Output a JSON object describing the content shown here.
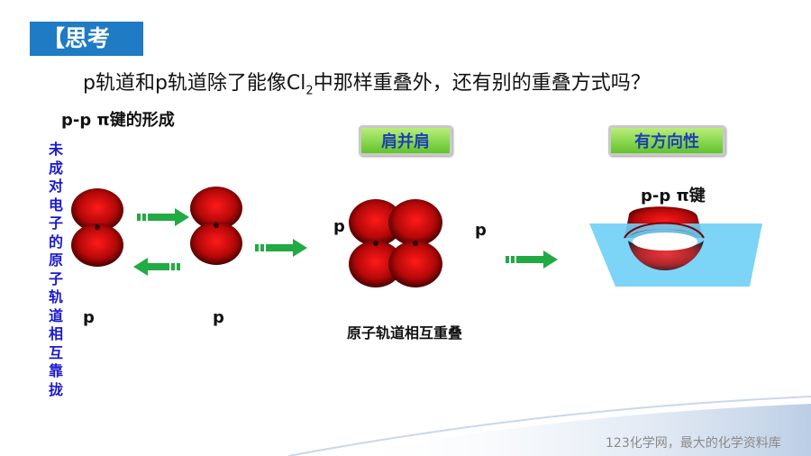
{
  "header": {
    "title": "【思考"
  },
  "question": {
    "before": "p轨道和p轨道除了能像Cl",
    "sub": "2",
    "after": "中那样重叠外，还有别的重叠方式吗？"
  },
  "subheading": "p-p π键的形成",
  "side_caption": "未成对电子的原子轨道相互靠拢",
  "labels": {
    "p_left": "p",
    "p_right": "p",
    "p_overlap_left": "p",
    "p_overlap_right": "p",
    "pi_bond": "p-p π键"
  },
  "badges": {
    "shoulder": "肩并肩",
    "direction": "有方向性"
  },
  "bottom_caption": "原子轨道相互重叠",
  "watermark": "123化学网，最大的化学资料库",
  "colors": {
    "accent": "#1f7bc4",
    "arrow": "#22aa44",
    "lobe": "#d61515",
    "plane": "#6ecff6"
  }
}
